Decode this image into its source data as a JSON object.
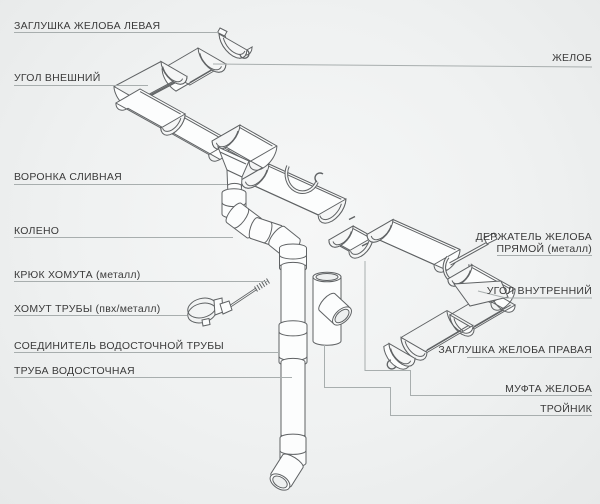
{
  "colors": {
    "background": "#eff1f1",
    "pointer_line": "#a8aeae",
    "part_outline": "#5f6264",
    "part_fill": "#fcfdfd",
    "text": "#3a3a3a"
  },
  "labels": {
    "left": [
      {
        "text": "ЗАГЛУШКА ЖЕЛОБА ЛЕВАЯ"
      },
      {
        "text": "УГОЛ ВНЕШНИЙ"
      },
      {
        "text": "ВОРОНКА СЛИВНАЯ"
      },
      {
        "text": "КОЛЕНО"
      },
      {
        "text": "КРЮК ХОМУТА (металл)"
      },
      {
        "text": "ХОМУТ ТРУБЫ (пвх/металл)"
      },
      {
        "text": "СОЕДИНИТЕЛЬ ВОДОСТОЧНОЙ ТРУБЫ"
      },
      {
        "text": "ТРУБА ВОДОСТОЧНАЯ"
      }
    ],
    "right": [
      {
        "text": "ЖЕЛОБ"
      },
      {
        "line1": "ДЕРЖАТЕЛЬ ЖЕЛОБА",
        "line2": "ПРЯМОЙ (металл)"
      },
      {
        "text": "УГОЛ ВНУТРЕННИЙ"
      },
      {
        "text": "ЗАГЛУШКА ЖЕЛОБА ПРАВАЯ"
      },
      {
        "text": "МУФТА ЖЕЛОБА"
      },
      {
        "text": "ТРОЙНИК"
      }
    ]
  },
  "parts": [
    "left-gutter-end-cap",
    "gutter",
    "outer-corner",
    "drain-funnel",
    "elbow",
    "downpipe",
    "downpipe-connector",
    "pipe-clamp",
    "clamp-hook-metal",
    "gutter-holder-metal",
    "gutter-coupler",
    "inner-corner",
    "right-gutter-end-cap",
    "tee",
    "outlet-elbow"
  ]
}
